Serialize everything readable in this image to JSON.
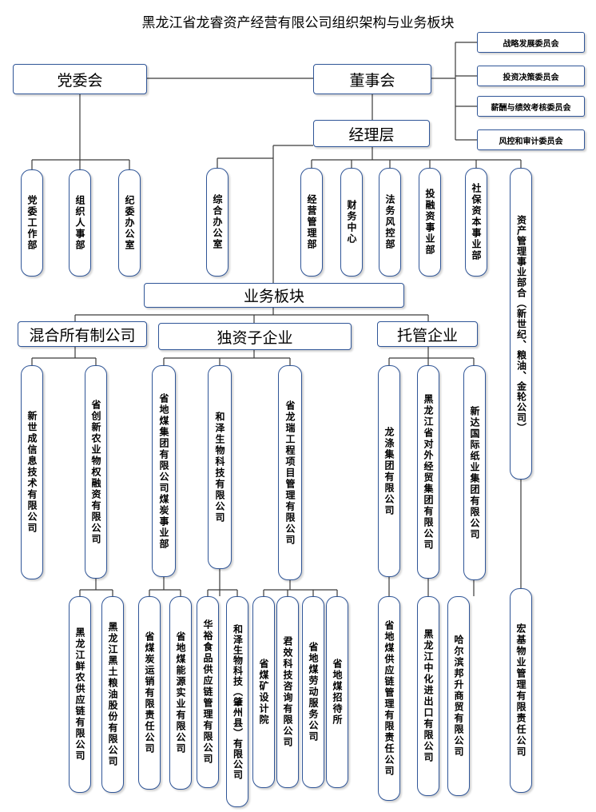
{
  "title": "黑龙江省龙睿资产经营有限公司组织架构与业务板块",
  "top": {
    "party": "党委会",
    "board": "董事会",
    "management": "经理层",
    "business_block": "业务板块"
  },
  "committees": [
    "战略发展委员会",
    "投资决策委员会",
    "薪酬与绩效考核委员会",
    "风控和审计委员会"
  ],
  "party_depts": [
    "党委工作部",
    "组织人事部",
    "纪委办公室"
  ],
  "general_office": "综合办公室",
  "mgmt_depts": [
    "经营管理部",
    "财务中心",
    "法务风控部",
    "投融资事业部",
    "社保资本事业部",
    "资产管理事业部合（新世纪、粮油、金轮公司）"
  ],
  "categories": {
    "mixed": "混合所有制公司",
    "wholly": "独资子企业",
    "trust": "托管企业"
  },
  "companies": [
    "新世成信息技术有限公司",
    "省创新农业物权融资有限公司",
    "省地煤集团有限公司煤炭事业部",
    "和泽生物科技有限公司",
    "省龙瑞工程项目管理有限公司",
    "龙涤集团有限公司",
    "黑龙江省对外经贸集团有限公司",
    "新达国际纸业集团有限公司"
  ],
  "subsidiaries": [
    "黑龙江鲜农供应链有限公司",
    "黑龙江黑土粮油股份有限公司",
    "省煤炭运销有限责任公司",
    "省地煤能源实业有限公司",
    "华裕食品供应链管理有限公司",
    "和泽生物科技（肇州县）有限公司",
    "省煤矿设计院",
    "君效科技咨询有限公司",
    "省地煤劳动服务公司",
    "省地煤招待所",
    "省地煤供应链管理有限责任公司",
    "黑龙江中化进出口有限公司",
    "哈尔滨邦升商贸有限公司",
    "宏基物业管理有限责任公司"
  ]
}
